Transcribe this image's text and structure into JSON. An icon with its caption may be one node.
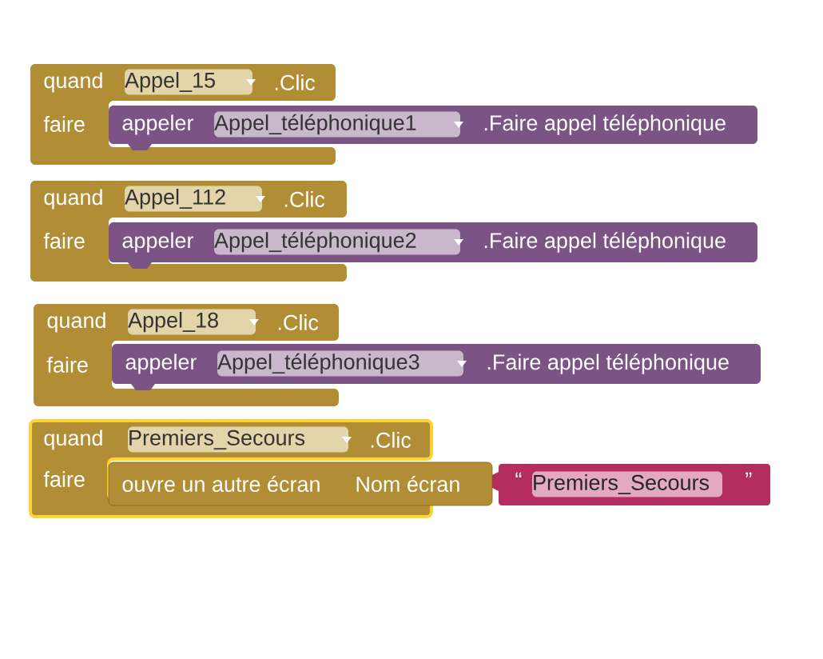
{
  "diagram": {
    "nodes": [
      {
        "text": [
          "quand",
          ".Clic",
          "faire"
        ]
      },
      {
        "text": [
          "Appel_15"
        ],
        "in": 0
      },
      {
        "text": [
          "appeler",
          ".Faire appel téléphonique"
        ]
      },
      {
        "text": [
          "Appel_téléphonique1"
        ],
        "in": 2
      },
      {
        "text": [
          "quand",
          ".Clic",
          "faire"
        ]
      },
      {
        "text": [
          "Appel_112"
        ],
        "in": 4
      },
      {
        "text": [
          "appeler",
          ".Faire appel téléphonique"
        ]
      },
      {
        "text": [
          "Appel_téléphonique2"
        ],
        "in": 6
      },
      {
        "text": [
          "quand",
          ".Clic",
          "faire"
        ]
      },
      {
        "text": [
          "Appel_18"
        ],
        "in": 8
      },
      {
        "text": [
          "appeler",
          ".Faire appel téléphonique"
        ]
      },
      {
        "text": [
          "Appel_téléphonique3"
        ],
        "in": 10
      },
      {
        "text": [
          "quand",
          ".Clic",
          "faire"
        ]
      },
      {
        "text": [
          "Premiers_Secours"
        ],
        "in": 12
      },
      {
        "text": [
          "ouvre un autre écran",
          "Nom écran"
        ]
      },
      {
        "text": [
          "“",
          "”"
        ]
      },
      {
        "text": [
          "Premiers_Secours"
        ],
        "in": 15
      }
    ]
  }
}
